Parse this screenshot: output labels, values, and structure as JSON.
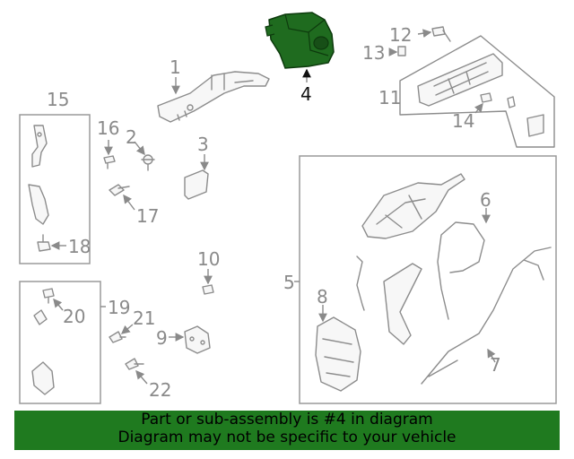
{
  "callouts": {
    "c1": "1",
    "c2": "2",
    "c3": "3",
    "c4": "4",
    "c5": "5",
    "c6": "6",
    "c7": "7",
    "c8": "8",
    "c9": "9",
    "c10": "10",
    "c11": "11",
    "c12": "12",
    "c13": "13",
    "c14": "14",
    "c15": "15",
    "c16": "16",
    "c17": "17",
    "c18": "18",
    "c19": "19",
    "c20": "20",
    "c21": "21",
    "c22": "22"
  },
  "highlight_color": "#1f7a1f",
  "banner": {
    "line1": "Part or sub-assembly is #4 in diagram",
    "line2": "Diagram may not be specific to your vehicle"
  }
}
